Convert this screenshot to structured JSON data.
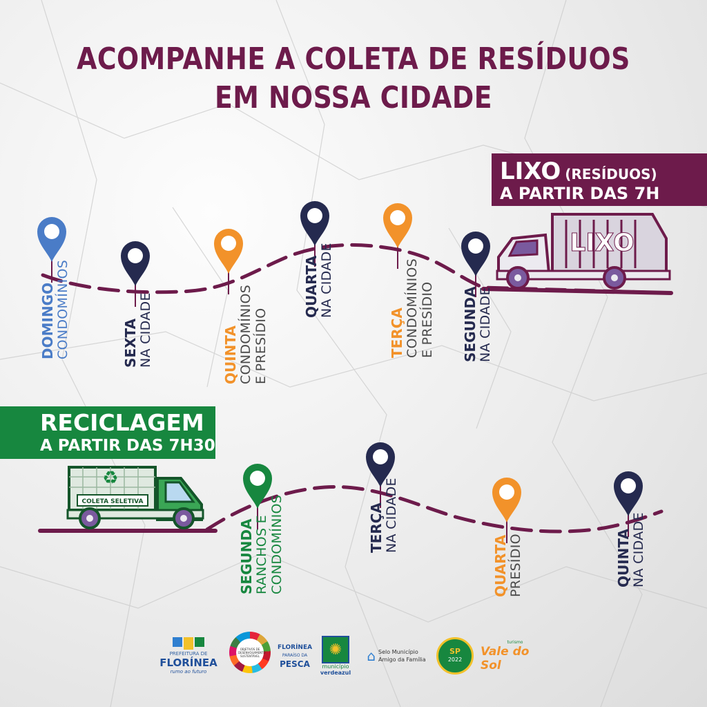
{
  "title": {
    "line1": "ACOMPANHE A COLETA DE RESÍDUOS",
    "line2": "EM NOSSA CIDADE"
  },
  "lixo": {
    "banner_big": "LIXO",
    "banner_small": "(RESÍDUOS)",
    "banner_time": "A PARTIR DAS 7H",
    "truck_label": "LIXO",
    "stops": [
      {
        "day": "DOMINGO",
        "place": [
          "CONDOMÍNIOS"
        ],
        "color": "#4a7cc7"
      },
      {
        "day": "SEXTA",
        "place": [
          "NA CIDADE"
        ],
        "color": "#252a4f"
      },
      {
        "day": "QUINTA",
        "place": [
          "CONDOMÍNIOS",
          "E PRESÍDIO"
        ],
        "color": "#f2922a"
      },
      {
        "day": "QUARTA",
        "place": [
          "NA CIDADE"
        ],
        "color": "#252a4f"
      },
      {
        "day": "TERÇA",
        "place": [
          "CONDOMÍNIOS",
          "E PRESÍDIO"
        ],
        "color": "#f2922a"
      },
      {
        "day": "SEGUNDA",
        "place": [
          "NA CIDADE"
        ],
        "color": "#252a4f"
      }
    ]
  },
  "reciclagem": {
    "banner_title": "RECICLAGEM",
    "banner_time": "A PARTIR DAS 7H30",
    "truck_label": "COLETA SELETIVA",
    "stops": [
      {
        "day": "SEGUNDA",
        "place": [
          "RANCHOS E",
          "CONDOMÍNIOS"
        ],
        "color": "#17873f"
      },
      {
        "day": "TERÇA",
        "place": [
          "NA CIDADE"
        ],
        "color": "#252a4f"
      },
      {
        "day": "QUARTA",
        "place": [
          "PRESÍDIO"
        ],
        "color": "#f2922a"
      },
      {
        "day": "QUINTA",
        "place": [
          "NA CIDADE"
        ],
        "color": "#252a4f"
      }
    ]
  },
  "footer": {
    "prefeitura_top": "PREFEITURA DE",
    "prefeitura_name": "FLORÍNEA",
    "prefeitura_slogan": "rumo ao futuro",
    "ods": "OBJETIVOS DE DESENVOLVIMENTO SUSTENTÁVEL",
    "pesca_line1": "FLORÍNEA",
    "pesca_line2": "PARAÍSO DA",
    "pesca_line3": "PESCA",
    "verde_line1": "município",
    "verde_line2": "verdeazul",
    "selo_line1": "Selo Município",
    "selo_line2": "Amigo da Família",
    "sp_badge": "SP",
    "sp_year": "2022",
    "vale": "Vale do Sol",
    "vale_small": "turismo"
  },
  "colors": {
    "primary": "#6d1b4b",
    "green": "#17873f",
    "navy": "#252a4f",
    "orange": "#f2922a",
    "blue": "#4a7cc7"
  }
}
